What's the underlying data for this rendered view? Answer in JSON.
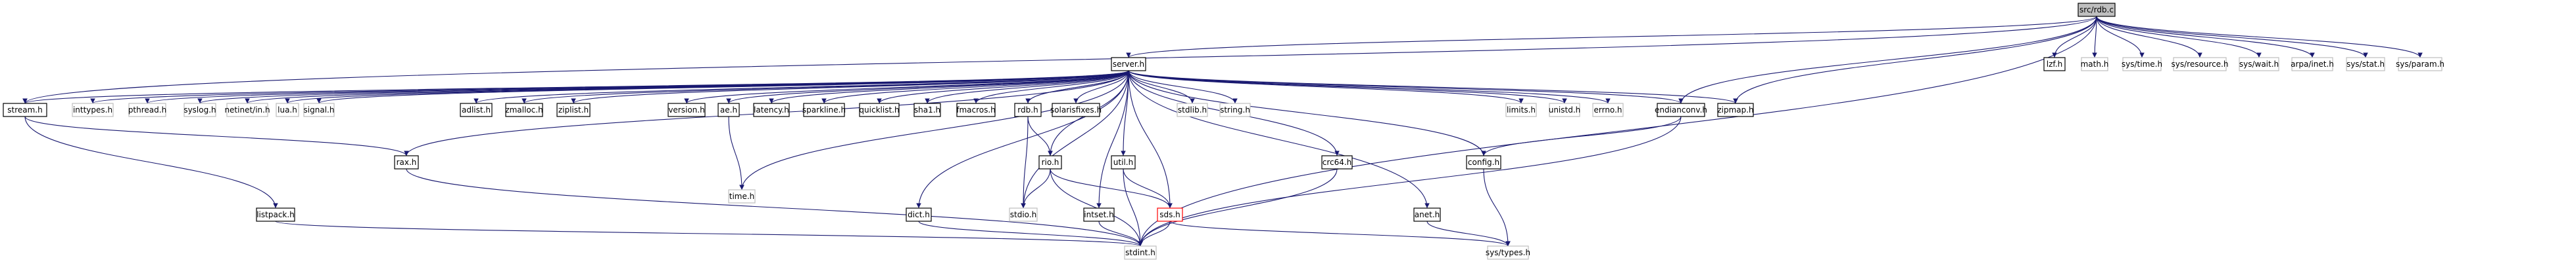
{
  "diagram": {
    "title": "",
    "colors": {
      "edge": "#191970",
      "node_border_local": "#000000",
      "node_border_system": "#bfbfbf",
      "node_border_truncated": "#ff0000",
      "root_fill": "#bfbfbf",
      "node_fill": "#ffffff"
    },
    "nodes": [
      {
        "id": "rdb_c",
        "label": "src/rdb.c",
        "kind": "root"
      },
      {
        "id": "server_h",
        "label": "server.h",
        "kind": "local"
      },
      {
        "id": "lzf_h",
        "label": "lzf.h",
        "kind": "local"
      },
      {
        "id": "math_h",
        "label": "math.h",
        "kind": "system"
      },
      {
        "id": "sys_time_h",
        "label": "sys/time.h",
        "kind": "system"
      },
      {
        "id": "sys_resource_h",
        "label": "sys/resource.h",
        "kind": "system"
      },
      {
        "id": "sys_wait_h",
        "label": "sys/wait.h",
        "kind": "system"
      },
      {
        "id": "arpa_inet_h",
        "label": "arpa/inet.h",
        "kind": "system"
      },
      {
        "id": "sys_stat_h",
        "label": "sys/stat.h",
        "kind": "system"
      },
      {
        "id": "sys_param_h",
        "label": "sys/param.h",
        "kind": "system"
      },
      {
        "id": "stream_h",
        "label": "stream.h",
        "kind": "local"
      },
      {
        "id": "inttypes_h",
        "label": "inttypes.h",
        "kind": "system"
      },
      {
        "id": "pthread_h",
        "label": "pthread.h",
        "kind": "system"
      },
      {
        "id": "syslog_h",
        "label": "syslog.h",
        "kind": "system"
      },
      {
        "id": "netinet_in_h",
        "label": "netinet/in.h",
        "kind": "system"
      },
      {
        "id": "lua_h",
        "label": "lua.h",
        "kind": "system"
      },
      {
        "id": "signal_h",
        "label": "signal.h",
        "kind": "system"
      },
      {
        "id": "adlist_h",
        "label": "adlist.h",
        "kind": "local"
      },
      {
        "id": "zmalloc_h",
        "label": "zmalloc.h",
        "kind": "local"
      },
      {
        "id": "ziplist_h",
        "label": "ziplist.h",
        "kind": "local"
      },
      {
        "id": "version_h",
        "label": "version.h",
        "kind": "local"
      },
      {
        "id": "ae_h",
        "label": "ae.h",
        "kind": "local"
      },
      {
        "id": "latency_h",
        "label": "latency.h",
        "kind": "local"
      },
      {
        "id": "sparkline_h",
        "label": "sparkline.h",
        "kind": "local"
      },
      {
        "id": "quicklist_h",
        "label": "quicklist.h",
        "kind": "local"
      },
      {
        "id": "sha1_h",
        "label": "sha1.h",
        "kind": "local"
      },
      {
        "id": "fmacros_h",
        "label": "fmacros.h",
        "kind": "local"
      },
      {
        "id": "rdb_h",
        "label": "rdb.h",
        "kind": "local"
      },
      {
        "id": "solarisfixes_h",
        "label": "solarisfixes.h",
        "kind": "local"
      },
      {
        "id": "stdlib_h",
        "label": "stdlib.h",
        "kind": "system"
      },
      {
        "id": "string_h",
        "label": "string.h",
        "kind": "system"
      },
      {
        "id": "limits_h",
        "label": "limits.h",
        "kind": "system"
      },
      {
        "id": "unistd_h",
        "label": "unistd.h",
        "kind": "system"
      },
      {
        "id": "errno_h",
        "label": "errno.h",
        "kind": "system"
      },
      {
        "id": "endianconv_h",
        "label": "endianconv.h",
        "kind": "local"
      },
      {
        "id": "zipmap_h",
        "label": "zipmap.h",
        "kind": "local"
      },
      {
        "id": "rax_h",
        "label": "rax.h",
        "kind": "local"
      },
      {
        "id": "time_h",
        "label": "time.h",
        "kind": "system"
      },
      {
        "id": "rio_h",
        "label": "rio.h",
        "kind": "local"
      },
      {
        "id": "util_h",
        "label": "util.h",
        "kind": "local"
      },
      {
        "id": "crc64_h",
        "label": "crc64.h",
        "kind": "local"
      },
      {
        "id": "config_h",
        "label": "config.h",
        "kind": "local"
      },
      {
        "id": "listpack_h",
        "label": "listpack.h",
        "kind": "local"
      },
      {
        "id": "dict_h",
        "label": "dict.h",
        "kind": "local"
      },
      {
        "id": "stdio_h",
        "label": "stdio.h",
        "kind": "system"
      },
      {
        "id": "intset_h",
        "label": "intset.h",
        "kind": "local"
      },
      {
        "id": "sds_h",
        "label": "sds.h",
        "kind": "truncated"
      },
      {
        "id": "anet_h",
        "label": "anet.h",
        "kind": "local"
      },
      {
        "id": "stdint_h",
        "label": "stdint.h",
        "kind": "system"
      },
      {
        "id": "sys_types_h",
        "label": "sys/types.h",
        "kind": "system"
      }
    ],
    "edges": [
      [
        "rdb_c",
        "server_h"
      ],
      [
        "rdb_c",
        "lzf_h"
      ],
      [
        "rdb_c",
        "math_h"
      ],
      [
        "rdb_c",
        "sys_time_h"
      ],
      [
        "rdb_c",
        "sys_resource_h"
      ],
      [
        "rdb_c",
        "sys_wait_h"
      ],
      [
        "rdb_c",
        "arpa_inet_h"
      ],
      [
        "rdb_c",
        "sys_stat_h"
      ],
      [
        "rdb_c",
        "sys_param_h"
      ],
      [
        "rdb_c",
        "stream_h"
      ],
      [
        "rdb_c",
        "endianconv_h"
      ],
      [
        "rdb_c",
        "zipmap_h"
      ],
      [
        "rdb_c",
        "stdint_h"
      ],
      [
        "server_h",
        "stream_h"
      ],
      [
        "server_h",
        "inttypes_h"
      ],
      [
        "server_h",
        "pthread_h"
      ],
      [
        "server_h",
        "syslog_h"
      ],
      [
        "server_h",
        "netinet_in_h"
      ],
      [
        "server_h",
        "lua_h"
      ],
      [
        "server_h",
        "signal_h"
      ],
      [
        "server_h",
        "rax_h"
      ],
      [
        "server_h",
        "dict_h"
      ],
      [
        "server_h",
        "adlist_h"
      ],
      [
        "server_h",
        "zmalloc_h"
      ],
      [
        "server_h",
        "ziplist_h"
      ],
      [
        "server_h",
        "time_h"
      ],
      [
        "server_h",
        "version_h"
      ],
      [
        "server_h",
        "ae_h"
      ],
      [
        "server_h",
        "latency_h"
      ],
      [
        "server_h",
        "sparkline_h"
      ],
      [
        "server_h",
        "quicklist_h"
      ],
      [
        "server_h",
        "sha1_h"
      ],
      [
        "server_h",
        "fmacros_h"
      ],
      [
        "server_h",
        "rdb_h"
      ],
      [
        "server_h",
        "stdio_h"
      ],
      [
        "server_h",
        "rio_h"
      ],
      [
        "server_h",
        "solarisfixes_h"
      ],
      [
        "server_h",
        "stdlib_h"
      ],
      [
        "server_h",
        "string_h"
      ],
      [
        "server_h",
        "intset_h"
      ],
      [
        "server_h",
        "util_h"
      ],
      [
        "server_h",
        "sds_h"
      ],
      [
        "server_h",
        "crc64_h"
      ],
      [
        "server_h",
        "config_h"
      ],
      [
        "server_h",
        "anet_h"
      ],
      [
        "server_h",
        "limits_h"
      ],
      [
        "server_h",
        "unistd_h"
      ],
      [
        "server_h",
        "errno_h"
      ],
      [
        "server_h",
        "endianconv_h"
      ],
      [
        "server_h",
        "zipmap_h"
      ],
      [
        "stream_h",
        "rax_h"
      ],
      [
        "stream_h",
        "listpack_h"
      ],
      [
        "listpack_h",
        "stdint_h"
      ],
      [
        "rax_h",
        "stdint_h"
      ],
      [
        "dict_h",
        "stdint_h"
      ],
      [
        "ae_h",
        "time_h"
      ],
      [
        "rdb_h",
        "stdio_h"
      ],
      [
        "rdb_h",
        "rio_h"
      ],
      [
        "rdb_h",
        "server_h"
      ],
      [
        "rio_h",
        "stdio_h"
      ],
      [
        "rio_h",
        "stdint_h"
      ],
      [
        "rio_h",
        "sds_h"
      ],
      [
        "intset_h",
        "stdint_h"
      ],
      [
        "util_h",
        "stdint_h"
      ],
      [
        "util_h",
        "sds_h"
      ],
      [
        "sds_h",
        "sys_types_h"
      ],
      [
        "sds_h",
        "stdint_h"
      ],
      [
        "crc64_h",
        "stdint_h"
      ],
      [
        "config_h",
        "sys_types_h"
      ],
      [
        "anet_h",
        "sys_types_h"
      ],
      [
        "endianconv_h",
        "config_h"
      ],
      [
        "endianconv_h",
        "stdint_h"
      ]
    ]
  }
}
